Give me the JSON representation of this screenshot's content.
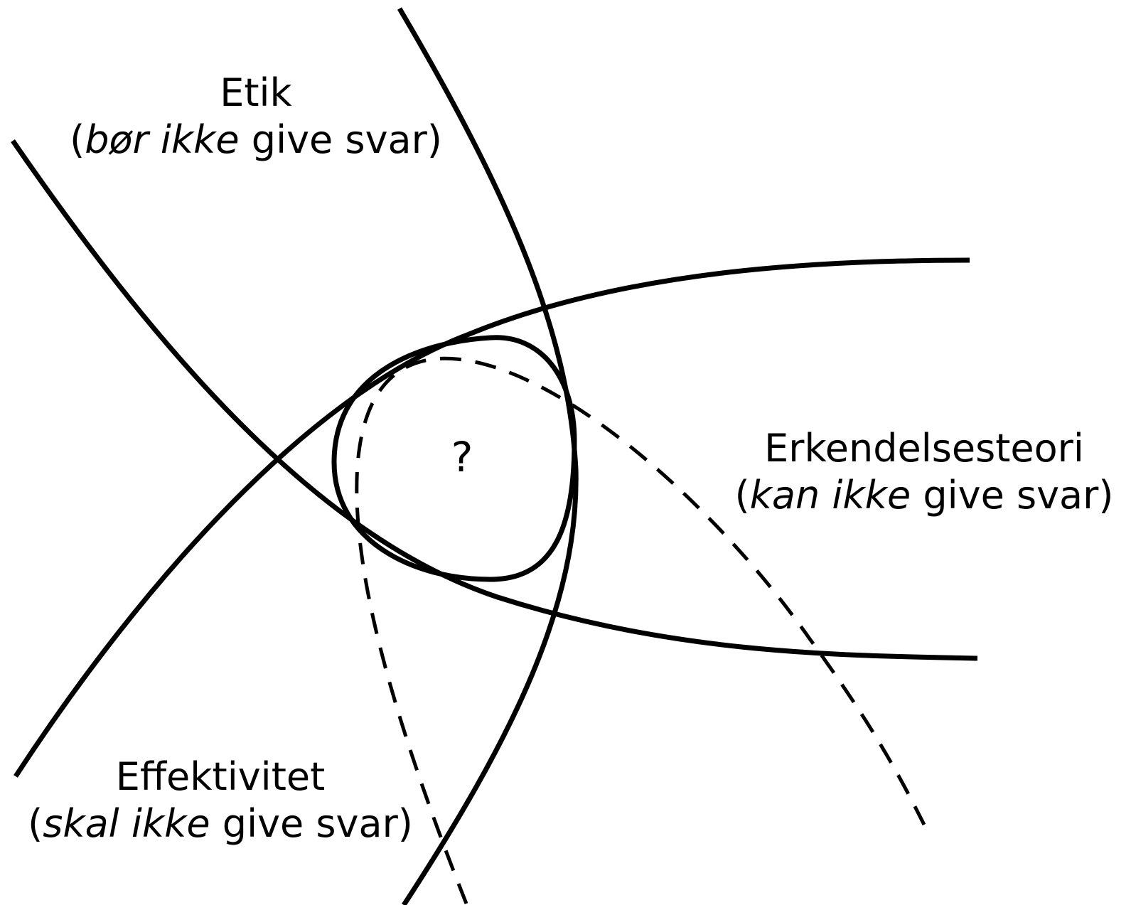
{
  "labels": {
    "etik": {
      "title": "Etik",
      "open": "(",
      "emph": "bør ikke",
      "rest": " give svar)"
    },
    "erkendelsesteori": {
      "title": "Erkendelsesteori",
      "open": "(",
      "emph": "kan ikke",
      "rest": " give svar)"
    },
    "effektivitet": {
      "title": "Effektivitet",
      "open": "(",
      "emph": "skal ikke",
      "rest": " give svar)"
    }
  },
  "center": {
    "symbol": "?"
  },
  "style": {
    "line_color": "#000000",
    "background": "#ffffff"
  }
}
